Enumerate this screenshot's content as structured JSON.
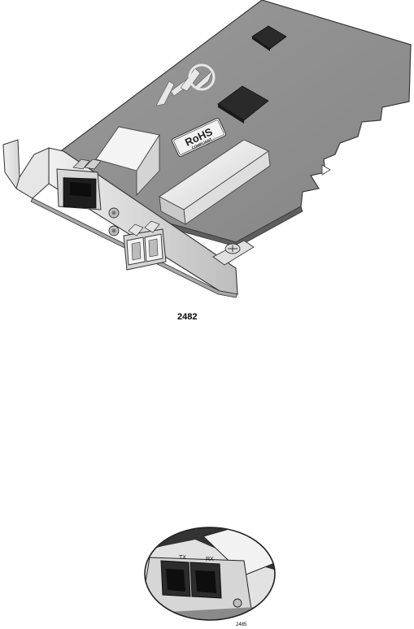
{
  "main_figure": {
    "label": "2482",
    "badge_label": "RoHS",
    "badge_sublabel": "COMPLIANT"
  },
  "detail_figure": {
    "label": "2485",
    "tx_label": "TX",
    "rx_label": "RX"
  },
  "colors": {
    "board": "#8c8c8c",
    "board_shadow": "#6f6f6f",
    "bracket": "#d9d9d9",
    "chip": "#2a2a2a",
    "connector": "#ebebeb"
  }
}
